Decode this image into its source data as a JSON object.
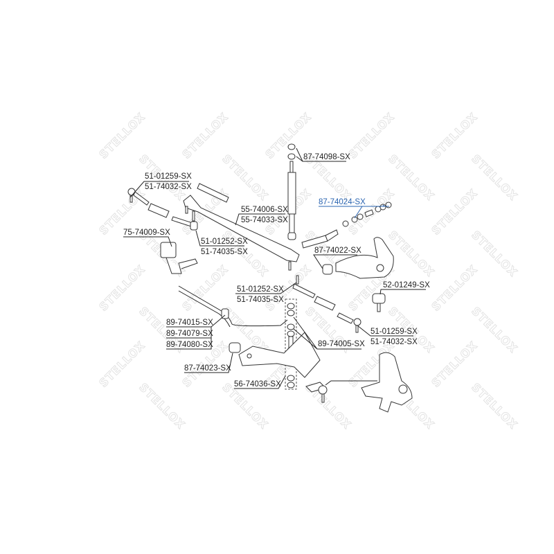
{
  "watermark": {
    "text": "STELLOX",
    "color": "#e3e3e3"
  },
  "highlight_color": "#2a64b0",
  "labels": {
    "shock_bushing": "87-74098-SX",
    "tie_rod_end_top_a": "51-01259-SX",
    "tie_rod_end_top_b": "51-74032-SX",
    "upper_arm_bushing_kit": "87-74024-SX",
    "center_link_a": "55-74006-SX",
    "center_link_b": "55-74033-SX",
    "idler_arm": "75-74009-SX",
    "inner_tie_rod_top_a": "51-01252-SX",
    "inner_tie_rod_top_b": "51-74035-SX",
    "upper_arm_bushing": "87-74022-SX",
    "ball_joint_upper": "52-01249-SX",
    "inner_tie_rod_low_a": "51-01252-SX",
    "inner_tie_rod_low_b": "51-74035-SX",
    "stabilizer_a": "89-74015-SX",
    "stabilizer_b": "89-74079-SX",
    "stabilizer_c": "89-74080-SX",
    "tie_rod_end_low_a": "51-01259-SX",
    "tie_rod_end_low_b": "51-74032-SX",
    "stabilizer_link": "89-74005-SX",
    "lower_arm_bushing": "87-74023-SX",
    "lower_arm": "56-74036-SX"
  }
}
